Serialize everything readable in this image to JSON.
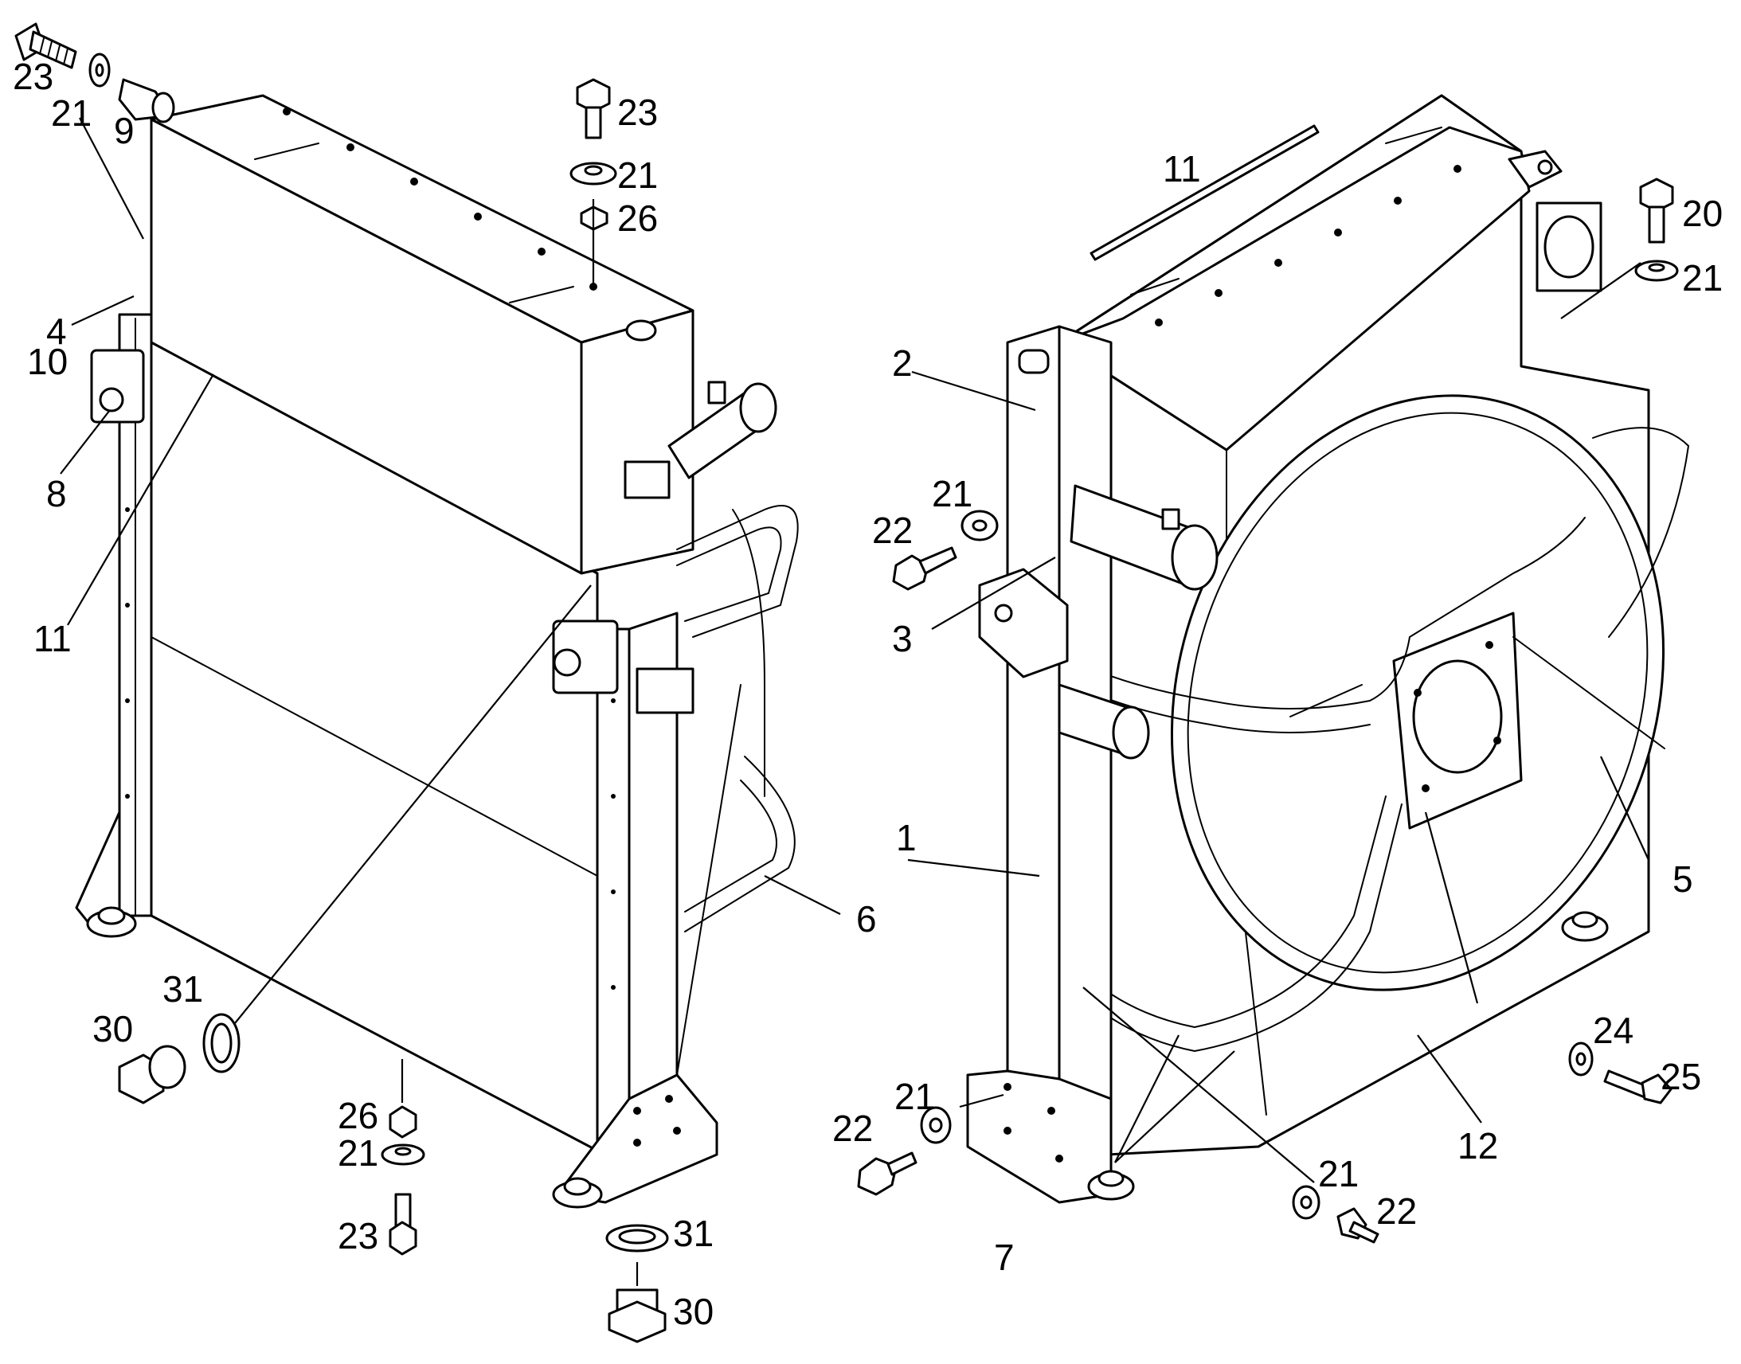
{
  "diagram": {
    "views": [
      {
        "name": "left-assembly",
        "callouts": [
          {
            "id": "l-23a",
            "label": "23"
          },
          {
            "id": "l-21a",
            "label": "21"
          },
          {
            "id": "l-9",
            "label": "9"
          },
          {
            "id": "l-23b",
            "label": "23"
          },
          {
            "id": "l-21b",
            "label": "21"
          },
          {
            "id": "l-26a",
            "label": "26"
          },
          {
            "id": "l-4",
            "label": "4"
          },
          {
            "id": "l-10",
            "label": "10"
          },
          {
            "id": "l-8",
            "label": "8"
          },
          {
            "id": "l-11",
            "label": "11"
          },
          {
            "id": "l-6",
            "label": "6"
          },
          {
            "id": "l-31a",
            "label": "31"
          },
          {
            "id": "l-30a",
            "label": "30"
          },
          {
            "id": "l-26b",
            "label": "26"
          },
          {
            "id": "l-21c",
            "label": "21"
          },
          {
            "id": "l-23c",
            "label": "23"
          },
          {
            "id": "l-31b",
            "label": "31"
          },
          {
            "id": "l-30b",
            "label": "30"
          }
        ]
      },
      {
        "name": "right-assembly",
        "callouts": [
          {
            "id": "r-11",
            "label": "11"
          },
          {
            "id": "r-20",
            "label": "20"
          },
          {
            "id": "r-21a",
            "label": "21"
          },
          {
            "id": "r-2",
            "label": "2"
          },
          {
            "id": "r-21b",
            "label": "21"
          },
          {
            "id": "r-22a",
            "label": "22"
          },
          {
            "id": "r-3",
            "label": "3"
          },
          {
            "id": "r-1",
            "label": "1"
          },
          {
            "id": "r-5",
            "label": "5"
          },
          {
            "id": "r-24",
            "label": "24"
          },
          {
            "id": "r-25",
            "label": "25"
          },
          {
            "id": "r-12",
            "label": "12"
          },
          {
            "id": "r-21c",
            "label": "21"
          },
          {
            "id": "r-22b",
            "label": "22"
          },
          {
            "id": "r-7",
            "label": "7"
          },
          {
            "id": "r-21d",
            "label": "21"
          },
          {
            "id": "r-22c",
            "label": "22"
          }
        ]
      }
    ]
  }
}
